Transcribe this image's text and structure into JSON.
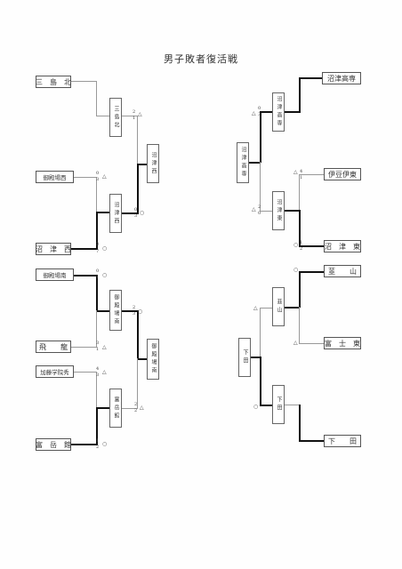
{
  "title": "男子敗者復活戦",
  "left": {
    "teams": [
      "三　島　北",
      "御殿場西",
      "沼　津　西",
      "御殿場南",
      "飛　　龍",
      "加藤学院秀",
      "富　岳　館"
    ],
    "r1": [
      "三島北",
      "沼津西",
      "御殿場南",
      "富岳館"
    ],
    "r2": [
      "沼津西",
      "御殿場南"
    ]
  },
  "right": {
    "teams": [
      "沼津高専",
      "伊豆伊東",
      "沼　津　東",
      "韮　　山",
      "富　士　東",
      "下　　田"
    ],
    "r1": [
      "沼津高専",
      "沼津東",
      "韮山",
      "下田"
    ],
    "r2": [
      "沼津高専",
      "下田"
    ]
  },
  "scores": [
    "2",
    "1",
    "0",
    "3",
    "3",
    "7",
    "0",
    "3",
    "0",
    "1",
    "3",
    "1",
    "2",
    "3",
    "4",
    "3",
    "1",
    "2",
    "2",
    "2",
    "0",
    "3",
    "2",
    "0",
    "4",
    "1",
    "1",
    "2"
  ],
  "marks": {
    "win": "○",
    "lose": "△"
  }
}
